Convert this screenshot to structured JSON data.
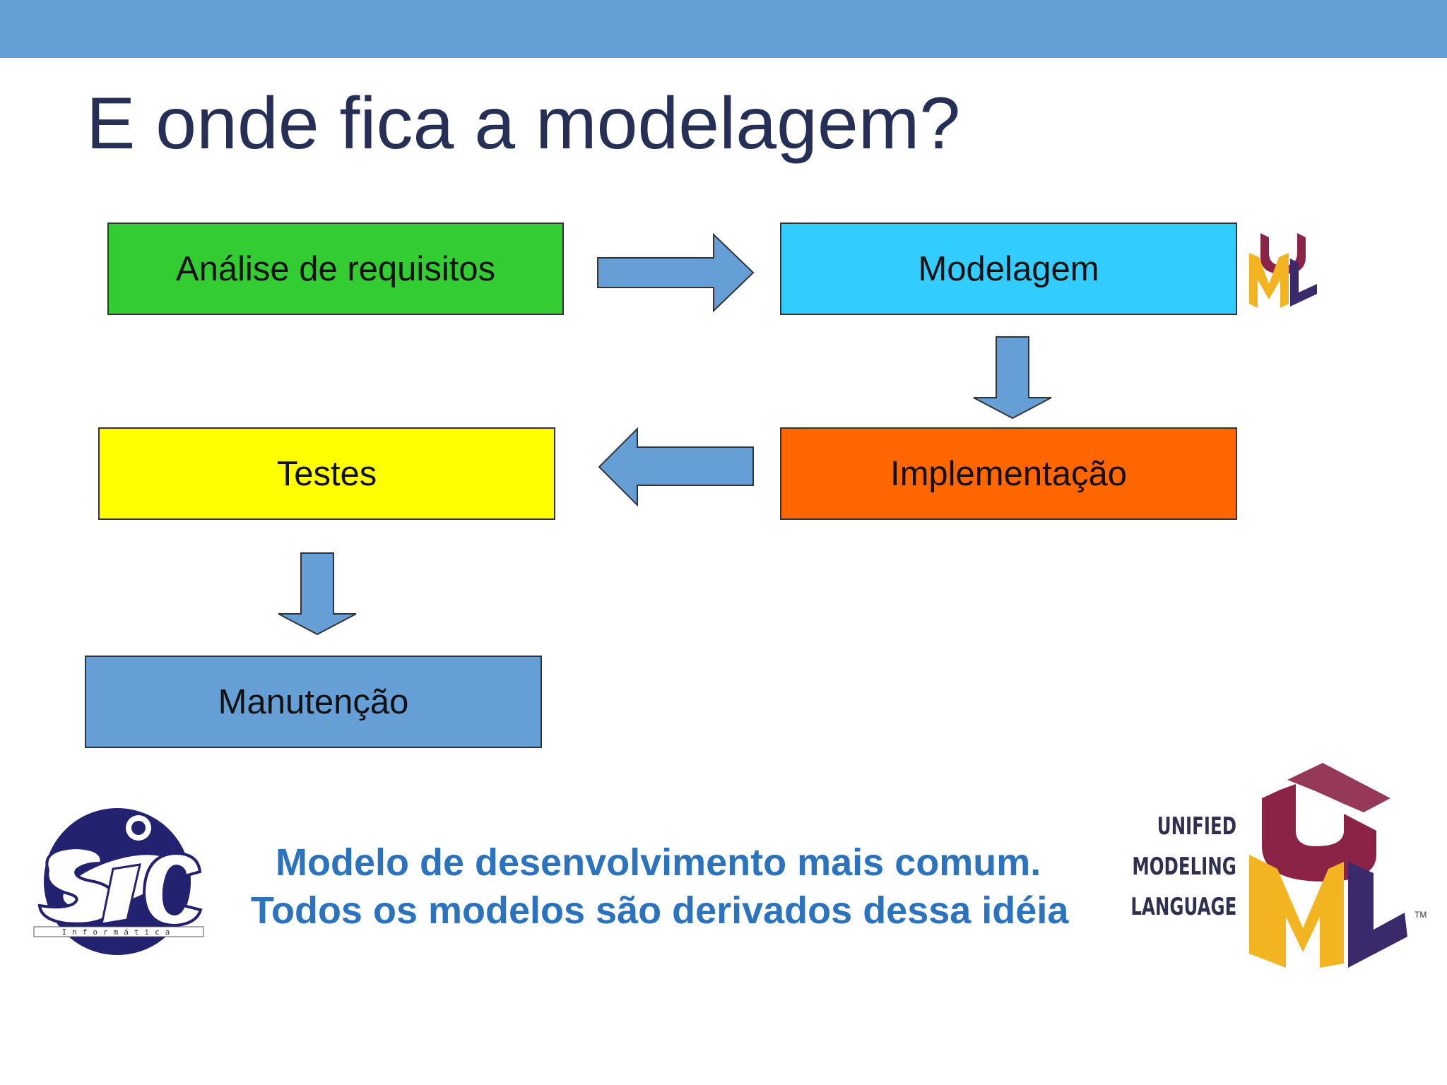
{
  "slide": {
    "title": "E onde fica a modelagem?"
  },
  "diagram": {
    "boxes": [
      {
        "id": "analise",
        "label": "Análise de requisitos",
        "color": "#33cc33"
      },
      {
        "id": "modelagem",
        "label": "Modelagem",
        "color": "#33ccff"
      },
      {
        "id": "implementacao",
        "label": "Implementação",
        "color": "#ff6600"
      },
      {
        "id": "testes",
        "label": "Testes",
        "color": "#ffff00"
      },
      {
        "id": "manutencao",
        "label": "Manutenção",
        "color": "#659fd6"
      }
    ],
    "arrow_color": "#659fd6",
    "flow": [
      "Análise de requisitos",
      "Modelagem",
      "Implementação",
      "Testes",
      "Manutenção"
    ]
  },
  "footer": {
    "line1": "Modelo de desenvolvimento mais comum.",
    "line2": "Todos os modelos são derivados dessa idéia",
    "color": "#2b73bf"
  },
  "logos": {
    "sic": {
      "name": "sic-informatica-logo",
      "text": "SIC",
      "subtext": "Informática"
    },
    "uml": {
      "name": "uml-logo",
      "word1": "UNIFIED",
      "word2": "MODELING",
      "word3": "LANGUAGE",
      "tm": "TM",
      "colors": {
        "u": "#8b2346",
        "m": "#f2b421",
        "l": "#3b2a6b"
      }
    }
  }
}
